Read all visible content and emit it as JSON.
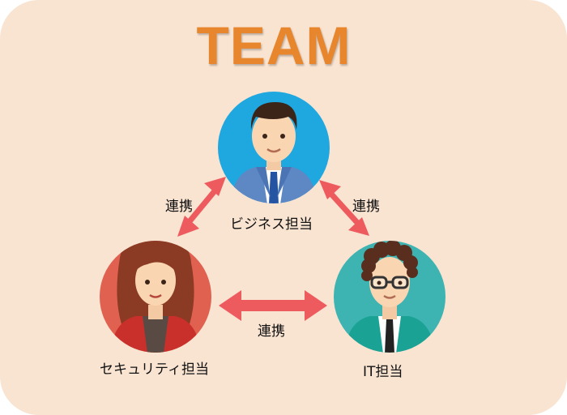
{
  "title": "TEAM",
  "links": {
    "label": "連携"
  },
  "roles": {
    "business": {
      "label": "ビジネス担当"
    },
    "security": {
      "label": "セキュリティ担当"
    },
    "it": {
      "label": "IT担当"
    }
  },
  "colors": {
    "background": "#f9e3d1",
    "title": "#e7862d",
    "arrow": "#ee5b5f",
    "business_circle": "#1fa8e0",
    "security_circle": "#e0614f",
    "it_circle": "#3db3b2"
  }
}
